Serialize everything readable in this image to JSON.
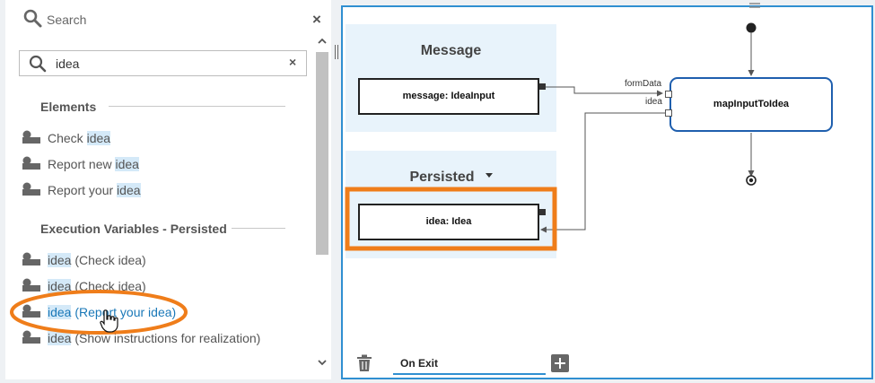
{
  "search_panel": {
    "title": "Search",
    "close_glyph": "×",
    "query": "idea",
    "clear_glyph": "×",
    "sections": [
      {
        "title": "Elements",
        "items": [
          {
            "match": "",
            "prefix": "Check ",
            "highlight": "idea",
            "suffix": ""
          },
          {
            "match": "",
            "prefix": "Report new ",
            "highlight": "idea",
            "suffix": ""
          },
          {
            "match": "",
            "prefix": "Report your ",
            "highlight": "idea",
            "suffix": ""
          }
        ]
      },
      {
        "title": "Execution Variables - Persisted",
        "items": [
          {
            "prefix": "",
            "highlight": "idea",
            "suffix": " (Check idea)"
          },
          {
            "prefix": "",
            "highlight": "idea",
            "suffix": " (Check idea)"
          },
          {
            "prefix": "",
            "highlight": "idea",
            "suffix": " (Report your idea)"
          },
          {
            "prefix": "",
            "highlight": "idea",
            "suffix": " (Show instructions for realization)"
          }
        ]
      }
    ],
    "icons": {
      "search": "magnifier-icon",
      "item": "variable-icon",
      "close": "close-icon",
      "clear": "clear-icon"
    }
  },
  "diagram": {
    "message_pool": {
      "title": "Message",
      "variable": "message: IdeaInput"
    },
    "persisted_pool": {
      "title": "Persisted",
      "variable": "idea: Idea"
    },
    "task": {
      "name": "mapInputToIdea"
    },
    "connections": [
      {
        "label": "formData"
      },
      {
        "label": "idea"
      }
    ],
    "bottom_bar": {
      "tab_label": "On Exit"
    }
  },
  "colors": {
    "accent_blue": "#2f8fd1",
    "task_border": "#1f5fae",
    "pool_bg": "#e8f3fb",
    "highlight_bg": "#d4e9f8",
    "annotation_orange": "#ef7d1a",
    "active_link": "#1a78b8"
  }
}
